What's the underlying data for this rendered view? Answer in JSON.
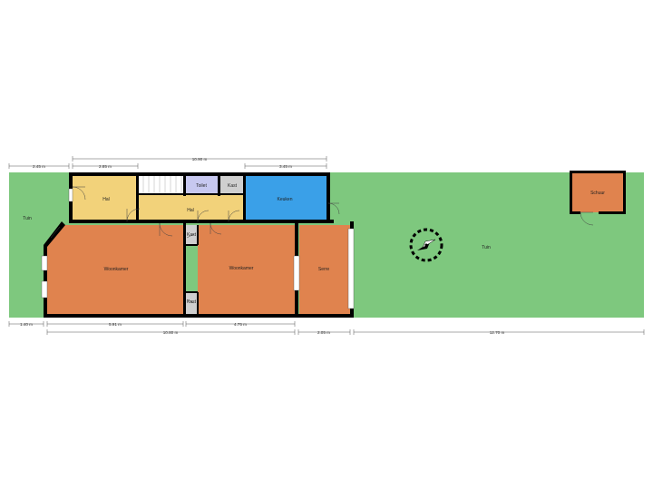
{
  "rooms": {
    "tuin_left": "Tuin",
    "tuin_right": "Tuin",
    "hal_front": "Hal",
    "hal_mid": "Hal",
    "toilet": "Toilet",
    "kast_top": "Kast",
    "keuken": "Keuken",
    "kast_mid": "Kast",
    "kast_bottom": "Kast",
    "woonkamer_1": "Woonkamer",
    "woonkamer_2": "Woonkamer",
    "serre": "Serre",
    "schuur": "Schuur"
  },
  "dimensions": {
    "top_tuin": "2.45 m",
    "top_hal": "2.85 m",
    "top_total": "10.90 m",
    "top_keuken": "3.45 m",
    "bottom_tuin": "1.40 m",
    "bottom_woon1": "5.91 m",
    "bottom_woon2": "4.75 m",
    "bottom_total": "10.80 m",
    "bottom_serre": "2.05 m",
    "bottom_tuin_right": "12.70 m"
  },
  "colors": {
    "garden": "#7ec87e",
    "hall": "#f2d27a",
    "toilet": "#c7c8f0",
    "kast": "#cfcfcf",
    "keuken": "#3aa0e8",
    "woonkamer": "#e0834e",
    "schuur": "#e0834e",
    "wall": "#000000"
  }
}
